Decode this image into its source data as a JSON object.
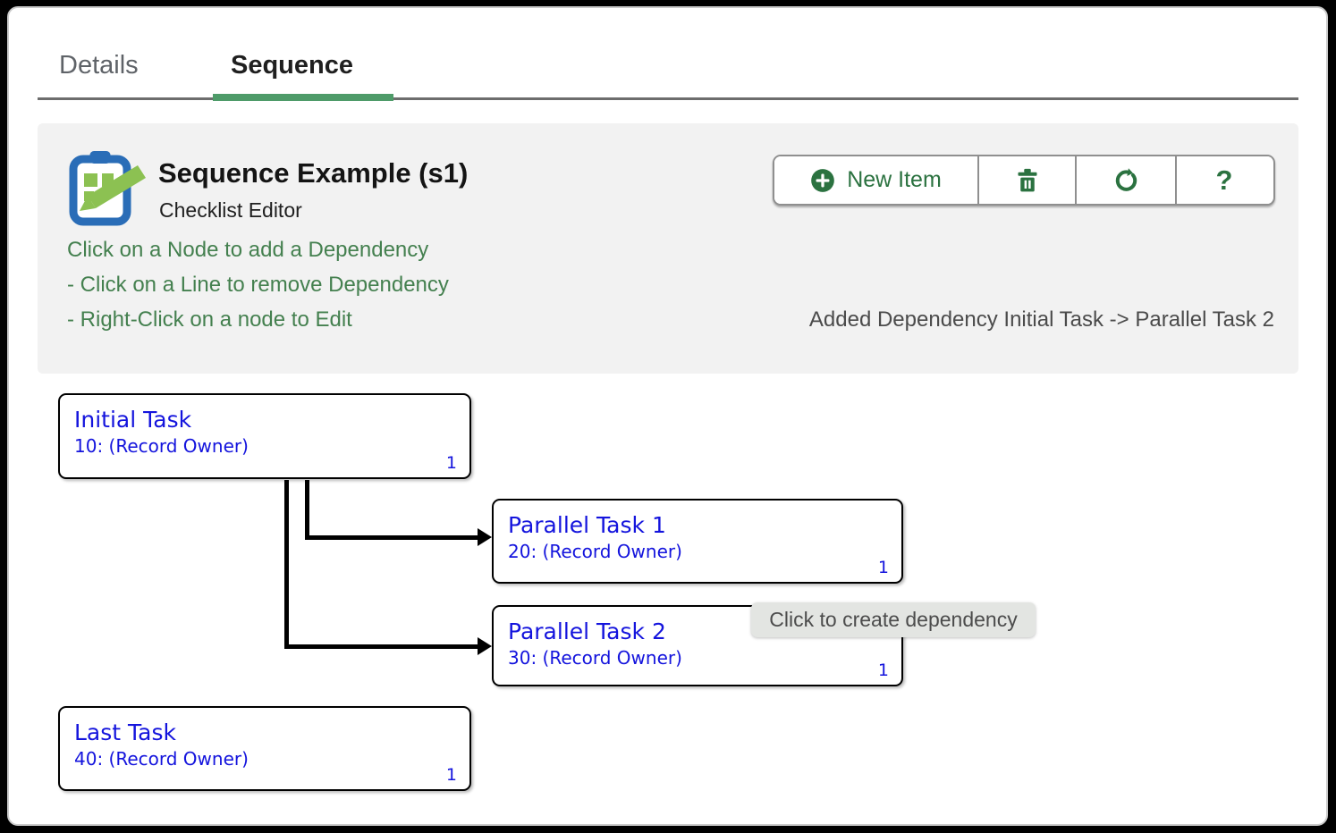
{
  "tabs": {
    "details": "Details",
    "sequence": "Sequence",
    "active_tab": "Sequence"
  },
  "header": {
    "title": "Sequence Example (s1)",
    "subtitle": "Checklist Editor",
    "instructions": [
      "Click on a Node to add a Dependency",
      "- Click on a Line to remove Dependency",
      "- Right-Click on a node to Edit"
    ],
    "status_message": "Added Dependency Initial Task -> Parallel Task 2"
  },
  "toolbar": {
    "new_item_label": "New Item",
    "help_label": "?",
    "icons": [
      "plus-icon",
      "trash-icon",
      "redo-icon",
      "help-icon"
    ]
  },
  "diagram": {
    "nodes": [
      {
        "id": "initial",
        "title": "Initial Task",
        "subtitle": "10: (Record Owner)",
        "count": "1"
      },
      {
        "id": "pt1",
        "title": "Parallel Task 1",
        "subtitle": "20: (Record Owner)",
        "count": "1"
      },
      {
        "id": "pt2",
        "title": "Parallel Task 2",
        "subtitle": "30: (Record Owner)",
        "count": "1"
      },
      {
        "id": "last",
        "title": "Last Task",
        "subtitle": "40: (Record Owner)",
        "count": "1"
      }
    ],
    "edges": [
      {
        "from": "Initial Task",
        "to": "Parallel Task 1"
      },
      {
        "from": "Initial Task",
        "to": "Parallel Task 2"
      }
    ],
    "tooltip": "Click to create dependency"
  },
  "colors": {
    "accent_green": "#2b7240",
    "instruction_green": "#44804f",
    "tab_active_underline": "#4e9b69",
    "node_text_blue": "#1414dd",
    "icon_blue": "#2a6db7",
    "icon_green": "#8cc152",
    "panel_bg": "#f2f2f2",
    "tooltip_bg": "#e3e5e2"
  }
}
